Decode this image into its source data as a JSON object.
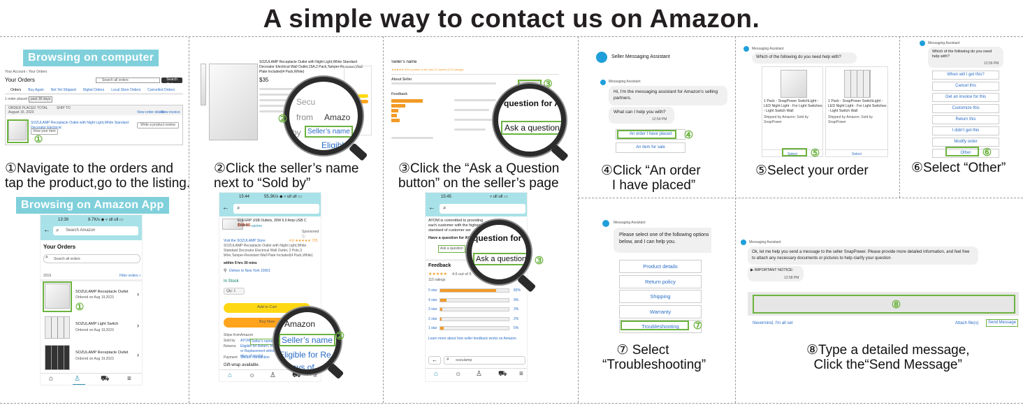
{
  "title": "A simple way to contact us on Amazon.",
  "tags": {
    "computer": "Browsing on computer",
    "app": "Browsing on Amazon App"
  },
  "steps": {
    "s1": {
      "num": "①",
      "text": "Navigate to the orders and\ntap the product,go to the listing."
    },
    "s2": {
      "num": "②",
      "text": "Click the seller’s name\nnext to “Sold by”"
    },
    "s3": {
      "num": "③",
      "text": "Click the “Ask a Question\nbutton” on the seller’s page"
    },
    "s4": {
      "num": "④",
      "text": "Click “An order\n   I have placed”"
    },
    "s5": {
      "num": "⑤",
      "text": "Select your order"
    },
    "s6": {
      "num": "⑥",
      "text": "Select “Other”"
    },
    "s7": {
      "num": "⑦",
      "text": "Select\n“Troubleshooting”"
    },
    "s8": {
      "num": "⑧",
      "text": "Type a detailed message,\n  Click the“Send Message”"
    }
  },
  "markers": {
    "m1": "①",
    "m2": "②",
    "m3": "③",
    "m4": "④",
    "m5": "⑤",
    "m6": "⑥",
    "m7": "⑦",
    "m8": "⑧"
  },
  "computer_orders": {
    "breadcrumb": "Your Account › Your Orders",
    "heading": "Your Orders",
    "search_placeholder": "Search all orders",
    "search_button": "Search Orders",
    "tabs": [
      "Orders",
      "Buy Again",
      "Not Yet Shipped",
      "Digital Orders",
      "Local Store Orders",
      "Cancelled Orders"
    ],
    "count_text": "1 order placed in",
    "range": "past 30 days",
    "order_placed_label": "ORDER PLACED",
    "order_placed_date": "August 15, 2023",
    "total_label": "TOTAL",
    "ship_to_label": "SHIP TO",
    "view_details": "View order details",
    "view_invoice": "View invoice",
    "product": "SOZULAMP Receptacle Outlet with Night Light,White Standard Decorator Electrical",
    "view_item": "View your item",
    "review_button": "Write a product review"
  },
  "app_orders": {
    "status_time": "13:39",
    "status_info": "8.7K/s ◆ ▿ ull ull ▭",
    "search_placeholder": "Search Amazon",
    "heading": "Your Orders",
    "search_orders": "Search all orders",
    "year": "2019",
    "filter": "Filter orders »",
    "items": [
      {
        "name": "SOZULAMP Receptacle Outlet",
        "date": "Ordered on Aug 19,2023"
      },
      {
        "name": "SOZULAMP Light Switch",
        "date": "Ordered on Aug 19,2023"
      },
      {
        "name": "SOZULAMP Receptacle Outlet",
        "date": "Ordered on Aug 19,2023"
      }
    ]
  },
  "listing": {
    "product_title": "SOZULAMP Receptacle Outlet with Night Light,White Standard Decorator Electrical Wall Outlet,15A,2 Pack,Tamper-Resistant,Wall Plate Included(4 Pack,White)",
    "price": "$35",
    "mag_words": [
      "Secu",
      "from",
      "Amazo",
      "by",
      "Seller’s name",
      "Eligibl"
    ]
  },
  "app_listing": {
    "status_time": "15:44",
    "status_info": "55.3K/s ◆ ▿ ull ull ▭",
    "ad_title": "ELEGRP USB Outlets, 30W 6.0 Amp USB C Outlets...",
    "ad_price": "$39.99",
    "ad_prime": "vprime",
    "sponsored": "Sponsored ⓘ",
    "store_link": "Visit the SOZULAMP Store",
    "rating": "4.6 ★★★★★ 725",
    "desc": "SOZULAMP Receptacle Outlet with Night Light,White Standard Decorator Electrical Wall Outlet, 2 Pole,3 Wire,Tamper-Resistant Wall Plate Included(4 Pack,White)",
    "delivery": "within 9 hrs 30 mins",
    "deliver_to": "Deliver to New York 10001",
    "in_stock": "In Stock",
    "qty": "Qty: 1",
    "add_to_cart": "Add to Cart",
    "buy_now": "Buy Now",
    "ships_from_label": "Ships from",
    "ships_from": "Amazon",
    "sold_by_label": "Sold by",
    "sold_by": "AYOM",
    "sold_box": "Seller’s name",
    "returns_label": "Returns",
    "returns": "Eligible for Return, Refund or Replacement within 30 days of receipt",
    "payment_label": "Payment",
    "payment": "Secure transaction",
    "gift": "Gift-wrap available.",
    "mag_words": [
      "Amazon",
      "Seller’s name",
      "Eligible for Re",
      "days of"
    ]
  },
  "seller_page": {
    "name": "Seller’s name",
    "rating_line": "★★★★★ 95% positive in the last 12 months (715 ratings)",
    "about": "About Seller",
    "ask_button": "Ask a question",
    "feedback": "Feedback",
    "mag_words": [
      "question for A",
      "Ask a question"
    ]
  },
  "app_seller": {
    "status_time": "15:45",
    "status_info": "▿ ull ull ▭",
    "intro": "AYOM is committed to providing each customer with the highest standard of customer ser",
    "have_question": "Have a question for AYOM?",
    "ask_button": "Ask a question",
    "feedback": "Feedback",
    "avg": "4.6 out of 5",
    "ratings": "115 ratings",
    "stars": [
      {
        "label": "5 star",
        "pct": "82%",
        "value": 82
      },
      {
        "label": "4 star",
        "pct": "9%",
        "value": 9
      },
      {
        "label": "3 star",
        "pct": "3%",
        "value": 3
      },
      {
        "label": "2 star",
        "pct": "2%",
        "value": 2
      },
      {
        "label": "1 star",
        "pct": "5%",
        "value": 5
      }
    ],
    "learn": "Learn more about how seller feedback works on Amazon",
    "search_text": "sozulamp",
    "mag_words": [
      "question for A",
      "Ask a question"
    ]
  },
  "chat4": {
    "header": "Seller Messaging Assistant",
    "assistant": "Messaging Assistant",
    "greeting": "Hi, I'm the messaging assistant for Amazon's selling partners.",
    "help": "What can I help you with?",
    "time": "12:54 PM",
    "option1": "An order I have placed",
    "option2": "An item for sale"
  },
  "chat5": {
    "assistant": "Messaging Assistant",
    "question": "Which of the following do you need help with?",
    "products": [
      {
        "name": "1 Pack - SnapPower SwitchLight - LED Night Light - For Light Switches - Light Switch Wall",
        "ship": "Shipped by Amazon; Sold by SnapPower",
        "select": "Select"
      },
      {
        "name": "1 Pack - SnapPower SwitchLight - LED Night Light - For Light Switches - Light Switch Wall",
        "ship": "Shipped by Amazon; Sold by SnapPower",
        "select": "Select"
      }
    ]
  },
  "chat6": {
    "assistant": "Messaging Assistant",
    "question": "Which of the following do you need help with?",
    "time": "12:56 PM",
    "options": [
      "When will I get this?",
      "Cancel this",
      "Get an invoice for this",
      "Customize this",
      "Return this",
      "I didn't get this",
      "Modify order",
      "Other"
    ]
  },
  "chat7": {
    "assistant": "Messaging Assistant",
    "prompt": "Please select one of the following options below, and I can help you.",
    "options": [
      "Product details",
      "Return policy",
      "Shipping",
      "Warranty",
      "Troubleshooting"
    ]
  },
  "chat8": {
    "assistant": "Messaging Assistant",
    "message": "Ok, let me help you send a message to the seller SnapPower. Please provide more detailed information, and feel free to attach any necessary documents or pictures to help clarify your question",
    "notice": "▶ IMPORTANT NOTICE:",
    "time": "12:58 PM",
    "nevermind": "Nevermind, I'm all set",
    "attach": "Attach file(s)",
    "send": "Send Message"
  },
  "colors": {
    "accent_green": "#6cb33f",
    "tag_bg": "#7fd0db",
    "amazon_orange": "#f29a26",
    "link_blue": "#2a6cc6",
    "app_header": "#a8e2e8"
  }
}
